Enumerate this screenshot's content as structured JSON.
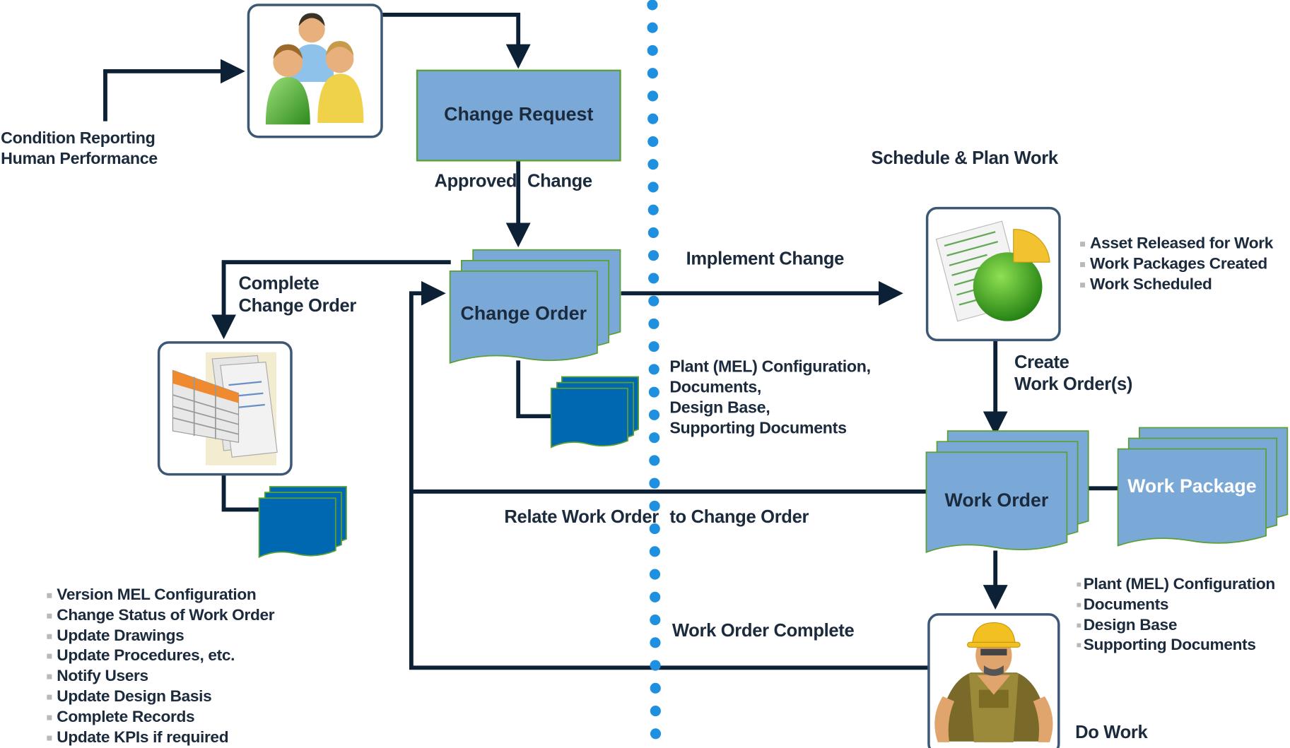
{
  "labels": {
    "condition_reporting": [
      "Condition Reporting",
      "Human Performance"
    ],
    "change_request": "Change Request",
    "approved": "Approved",
    "change": "Change",
    "schedule_plan_work": "Schedule & Plan Work",
    "implement_change": "Implement Change",
    "complete_change_order": [
      "Complete",
      "Change Order"
    ],
    "change_order": "Change Order",
    "create_work_orders": [
      "Create",
      "Work Order(s)"
    ],
    "work_order": "Work Order",
    "work_package": "Work Package",
    "relate_work_order": "Relate Work Order",
    "to_change_order": "to Change Order",
    "work_order_complete": "Work Order Complete",
    "do_work": "Do Work"
  },
  "lists": {
    "plant_config_center": [
      "Plant (MEL) Configuration,",
      "Documents,",
      "Design Base,",
      "Supporting Documents"
    ],
    "work_status": [
      "Asset Released for Work",
      "Work Packages Created",
      "Work Scheduled"
    ],
    "plant_config_right": [
      "Plant (MEL) Configuration",
      "Documents",
      "Design Base",
      "Supporting Documents"
    ],
    "close_out_tasks": [
      "Version MEL Configuration",
      "Change Status of Work Order",
      "Update Drawings",
      "Update Procedures, etc.",
      "Notify Users",
      "Update Design Basis",
      "Complete Records",
      "Update KPIs if required"
    ]
  },
  "colors": {
    "connector": "#0d2136",
    "doc_fill": "#7ba9d7",
    "doc_border": "#5aa032",
    "dark_doc_fill": "#0068b0",
    "dotted_line": "#1f8fe0",
    "text": "#1b2a3c"
  },
  "icons": [
    "people-icon",
    "spreadsheet-icon",
    "report-chart-icon",
    "worker-icon"
  ]
}
